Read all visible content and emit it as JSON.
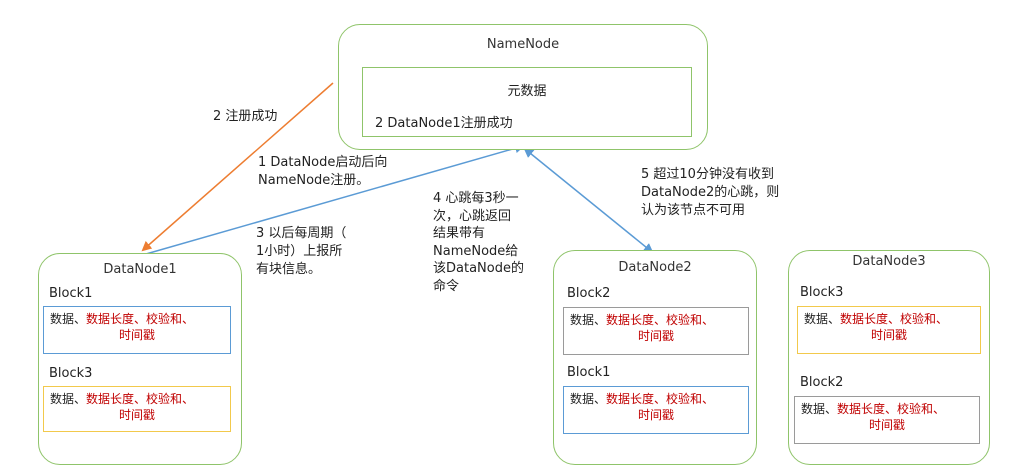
{
  "namenode": {
    "title": "NameNode",
    "metadata_title": "元数据",
    "status": "2 DataNode1注册成功"
  },
  "datanodes": [
    {
      "title": "DataNode1",
      "blocks": [
        {
          "label": "Block1",
          "text_a": "数据、",
          "text_b": "数据长度、校验和、",
          "text_c": "时间戳",
          "border": "blue"
        },
        {
          "label": "Block3",
          "text_a": "数据、",
          "text_b": "数据长度、校验和、",
          "text_c": "时间戳",
          "border": "yellow"
        }
      ]
    },
    {
      "title": "DataNode2",
      "blocks": [
        {
          "label": "Block2",
          "text_a": "数据、",
          "text_b": "数据长度、校验和、",
          "text_c": "时间戳",
          "border": "gray"
        },
        {
          "label": "Block1",
          "text_a": "数据、",
          "text_b": "数据长度、校验和、",
          "text_c": "时间戳",
          "border": "blue"
        }
      ]
    },
    {
      "title": "DataNode3",
      "blocks": [
        {
          "label": "Block3",
          "text_a": "数据、",
          "text_b": "数据长度、校验和、",
          "text_c": "时间戳",
          "border": "yellow"
        },
        {
          "label": "Block2",
          "text_a": "数据、",
          "text_b": "数据长度、校验和、",
          "text_c": "时间戳",
          "border": "gray"
        }
      ]
    }
  ],
  "notes": {
    "step1": [
      "1 DataNode启动后向",
      "NameNode注册。"
    ],
    "step2": [
      "2 注册成功"
    ],
    "step3": [
      "3 以后每周期（",
      "1小时）上报所",
      "有块信息。"
    ],
    "step4": [
      "4 心跳每3秒一",
      "次，心跳返回",
      "结果带有",
      "NameNode给",
      "该DataNode的",
      "命令"
    ],
    "step5": [
      "5 超过10分钟没有收到",
      "DataNode2的心跳，则",
      "认为该节点不可用"
    ]
  },
  "colors": {
    "node_border": "#8fc46a",
    "arrow_orange": "#ed7d31",
    "arrow_blue": "#5b9bd5",
    "block_border_blue": "#5b9bd5",
    "block_border_yellow": "#f2c94c",
    "block_border_gray": "#9a9a9a",
    "highlight_red": "#c00000"
  }
}
